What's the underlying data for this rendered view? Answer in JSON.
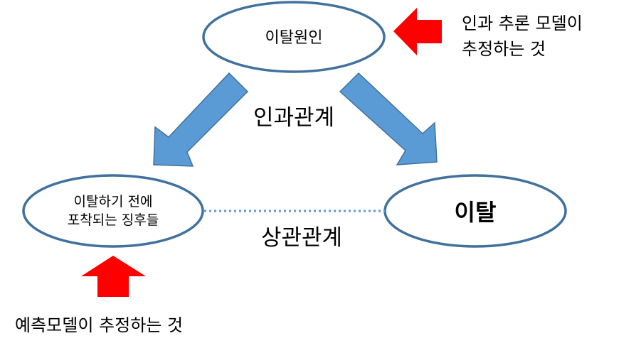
{
  "nodes": {
    "cause": {
      "label": "이탈원인"
    },
    "signs": {
      "line1": "이탈하기 전에",
      "line2": "포착되는 징후들"
    },
    "churn": {
      "label": "이탈"
    }
  },
  "relations": {
    "causal": "인과관계",
    "correlation": "상관관계"
  },
  "notes": {
    "causal_model": {
      "line1": "인과 추론 모델이",
      "line2": "추정하는 것"
    },
    "predictive_model": "예측모델이 추정하는 것"
  },
  "colors": {
    "ellipse_stroke": "#41719c",
    "arrow_fill": "#5b9bd5",
    "arrow_stroke": "#41719c",
    "pointer_red": "#ff0000",
    "dotted_line": "#5b9bd5"
  }
}
